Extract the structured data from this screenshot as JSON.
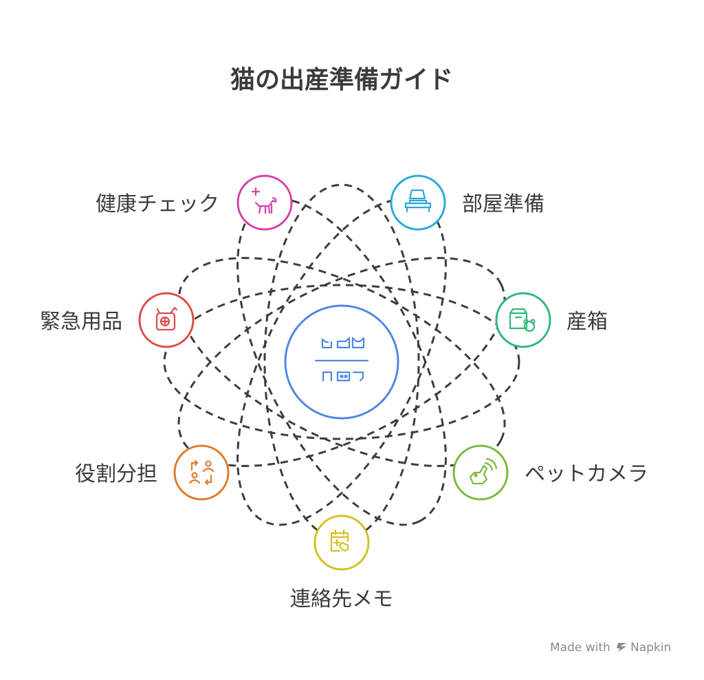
{
  "title": "猫の出産準備ガイド",
  "center": {
    "icon": "cat-faces-icon",
    "color": "#4f86e8"
  },
  "nodes": [
    {
      "id": "health-check",
      "label": "健康チェック",
      "icon": "pet-health-icon",
      "color": "#d63fa8"
    },
    {
      "id": "room-prep",
      "label": "部屋準備",
      "icon": "sofa-lamp-icon",
      "color": "#2aa7dc"
    },
    {
      "id": "birthing-box",
      "label": "産箱",
      "icon": "box-bear-icon",
      "color": "#2fb87a"
    },
    {
      "id": "pet-camera",
      "label": "ペットカメラ",
      "icon": "cat-camera-icon",
      "color": "#7bb83a"
    },
    {
      "id": "contact-memo",
      "label": "連絡先メモ",
      "icon": "calendar-phone-icon",
      "color": "#d6c020"
    },
    {
      "id": "role-sharing",
      "label": "役割分担",
      "icon": "people-swap-icon",
      "color": "#e07a2a"
    },
    {
      "id": "emergency-supplies",
      "label": "緊急用品",
      "icon": "medical-kit-icon",
      "color": "#e04a4a"
    }
  ],
  "watermark": {
    "prefix": "Made with",
    "brand": "Napkin"
  }
}
